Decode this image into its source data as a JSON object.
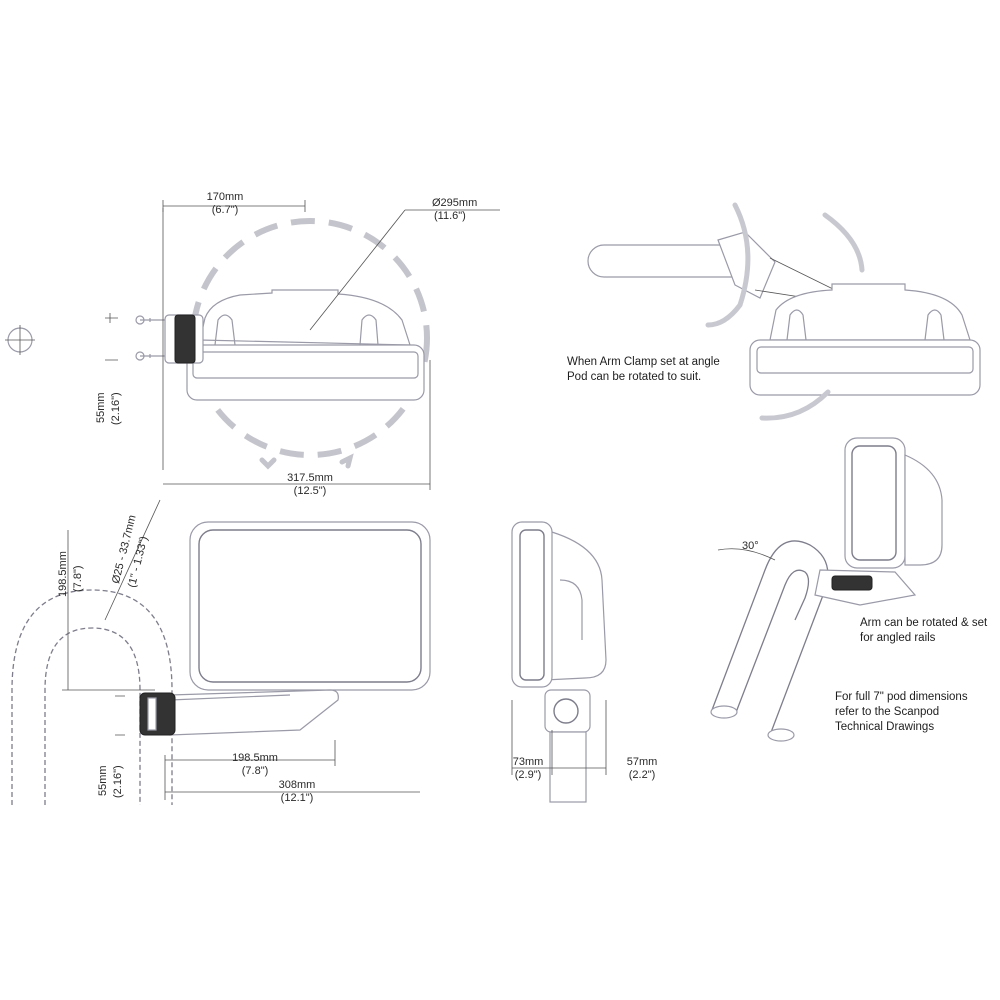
{
  "dimensions": {
    "top_width_mm": "170mm",
    "top_width_in": "(6.7\")",
    "circle_diam_mm": "Ø295mm",
    "circle_diam_in": "(11.6\")",
    "top_height_mm": "55mm",
    "top_height_in": "(2.16\")",
    "top_length_mm": "317.5mm",
    "top_length_in": "(12.5\")",
    "side_height_mm": "198.5mm",
    "side_height_in": "(7.8\")",
    "rail_diam_mm": "Ø25 - 33.7mm",
    "rail_diam_in": "(1\" - 1.33\")",
    "side_arm_mm": "198.5mm",
    "side_arm_in": "(7.8\")",
    "side_length_mm": "308mm",
    "side_length_in": "(12.1\")",
    "side_clamp_mm": "55mm",
    "side_clamp_in": "(2.16\")",
    "end_left_mm": "73mm",
    "end_left_in": "(2.9\")",
    "end_right_mm": "57mm",
    "end_right_in": "(2.2\")",
    "angle": "30°"
  },
  "notes": {
    "rotate_line1": "When Arm Clamp set at angle",
    "rotate_line2": "Pod can be rotated to suit.",
    "angled_line1": "Arm can be rotated & set",
    "angled_line2": "for angled rails",
    "full_line1": "For full 7\" pod dimensions",
    "full_line2": "refer to the Scanpod",
    "full_line3": "Technical Drawings"
  }
}
